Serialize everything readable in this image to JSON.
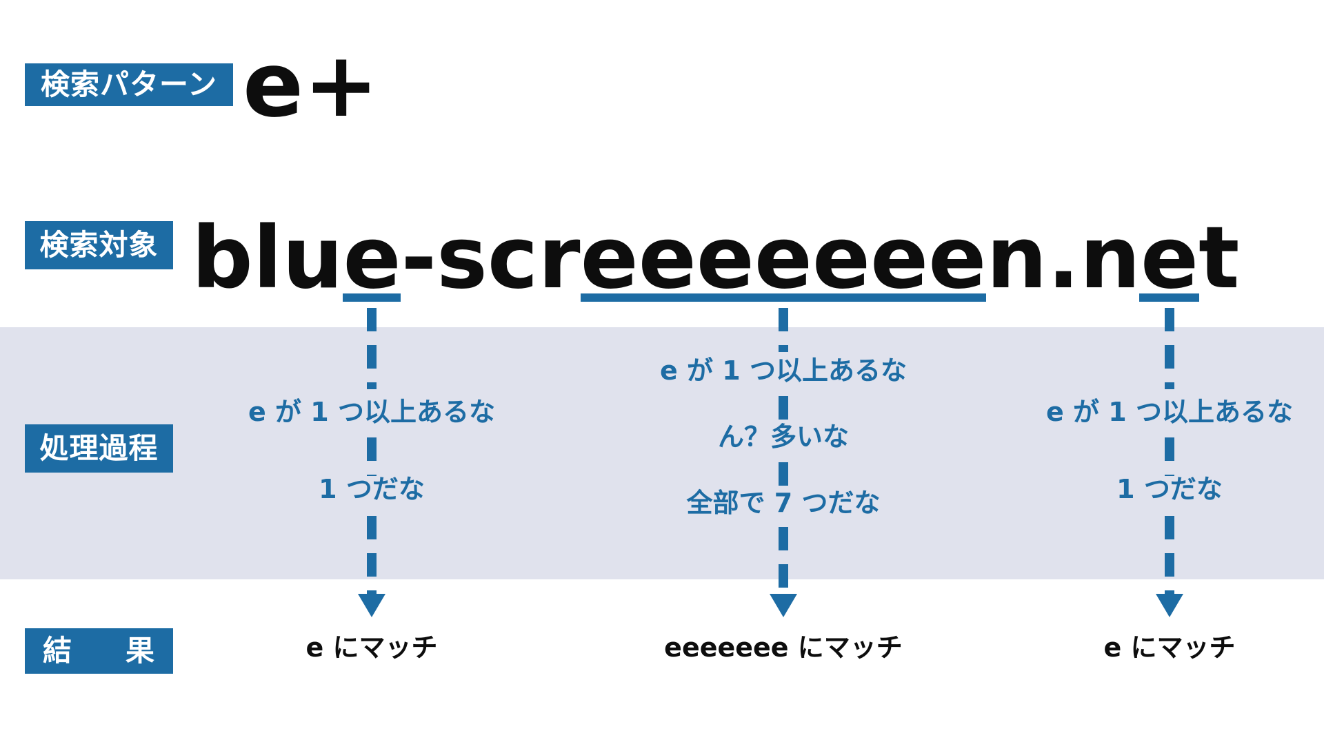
{
  "rows": {
    "pattern": {
      "label": "検索パターン",
      "value": "e+"
    },
    "target": {
      "label": "検索対象",
      "full_text": "blue-screeeeeeen.net",
      "segments": {
        "pre": "blu",
        "match1": "e",
        "mid1": "-scr",
        "match2": "eeeeeee",
        "mid2": "n.n",
        "match3": "e",
        "post": "t"
      }
    },
    "process": {
      "label": "処理過程",
      "columns": [
        {
          "notes": [
            "e が 1 つ以上あるな",
            "1 つだな"
          ]
        },
        {
          "notes": [
            "e が 1 つ以上あるな",
            "ん？多いな",
            "全部で 7 つだな"
          ]
        },
        {
          "notes": [
            "e が 1 つ以上あるな",
            "1 つだな"
          ]
        }
      ]
    },
    "result": {
      "label": "結果",
      "label_chars": [
        "結",
        "果"
      ],
      "values": [
        "e にマッチ",
        "eeeeeee にマッチ",
        "e にマッチ"
      ]
    }
  },
  "colors": {
    "accent_blue": "#1d6ca4",
    "band_background": "#e0e2ed",
    "big_text": "#0d0d0d",
    "label_text": "#ffffff"
  }
}
